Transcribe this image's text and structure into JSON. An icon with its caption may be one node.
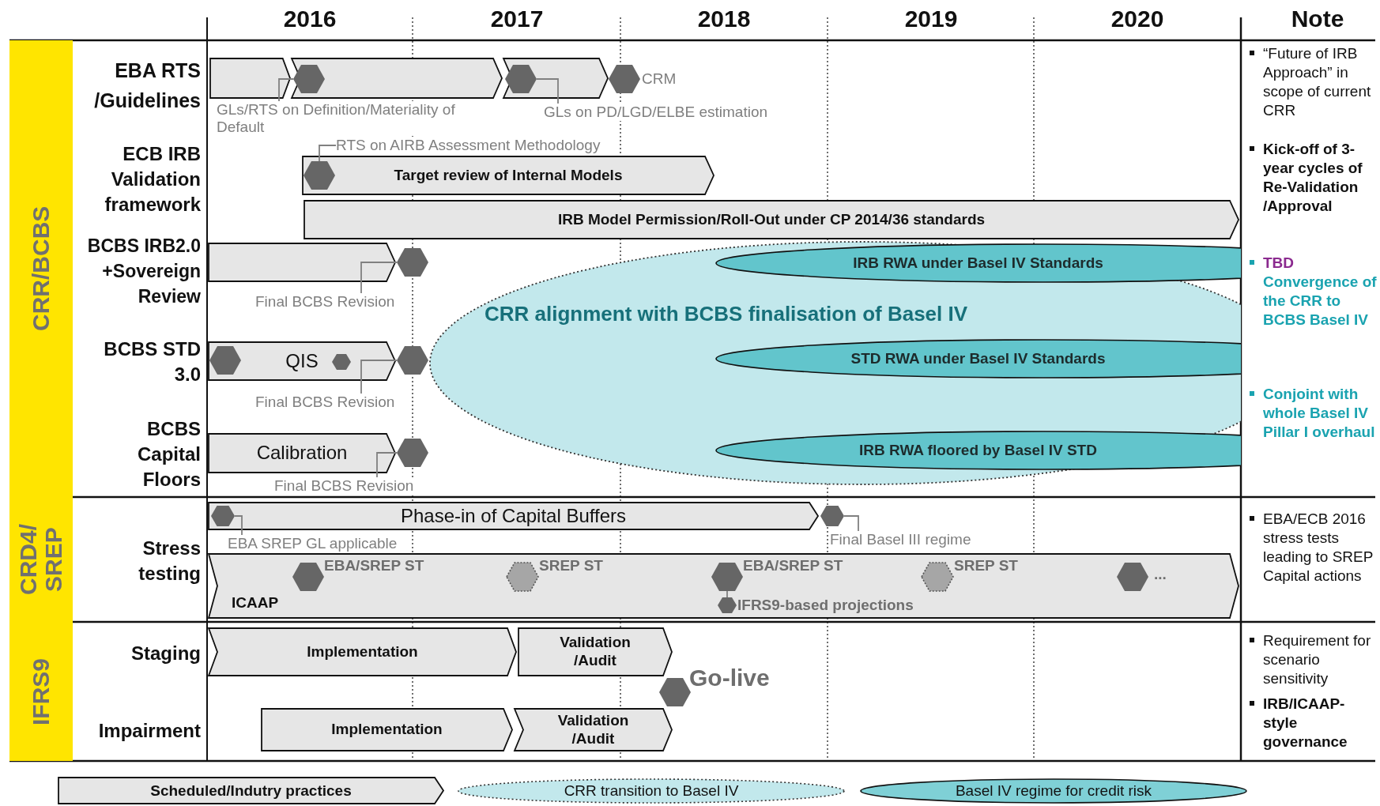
{
  "diagram": {
    "nodes": [
      {
        "text": [
          "CRR/BCBS"
        ]
      },
      {
        "text": [],
        "shape": "bar"
      },
      {
        "text": [],
        "shape": "bar"
      },
      {
        "text": [],
        "shape": "hexagon",
        "in": 2
      },
      {
        "text": [],
        "shape": "bar"
      },
      {
        "text": [],
        "shape": "hexagon",
        "in": 4
      },
      {
        "text": [],
        "shape": "hexagon",
        "beside": [
          "CRM"
        ]
      },
      {
        "text": [
          "GLs/RTS on Definition/Materiality of Default"
        ]
      },
      {
        "text": [
          "GLs on PD/LGD/ELBE estimation"
        ]
      },
      {
        "text": [
          "RTS on AIRB Assessment Methodology"
        ]
      },
      {
        "text": [
          "Target review of Internal Models"
        ]
      },
      {
        "text": [],
        "shape": "hexagon",
        "in": 10
      },
      {
        "text": [
          "IRB Model Permission/Roll-Out under CP 2014/36 standards"
        ]
      },
      {
        "text": [],
        "shape": "bar"
      },
      {
        "text": [],
        "shape": "hexagon"
      },
      {
        "text": [
          "Final BCBS Revision"
        ]
      },
      {
        "text": [
          "CRR alignment with BCBS finalisation of Basel IV"
        ]
      },
      {
        "text": [
          "IRB RWA under Basel IV Standards"
        ],
        "in": 16
      },
      {
        "text": [
          "QIS"
        ]
      },
      {
        "text": [],
        "shape": "hexagon",
        "in": 18
      },
      {
        "text": [],
        "shape": "hexagon",
        "in": 18
      },
      {
        "text": [],
        "shape": "hexagon"
      },
      {
        "text": [
          "STD RWA under Basel IV Standards"
        ],
        "in": 16
      },
      {
        "text": [
          "Final BCBS Revision"
        ]
      },
      {
        "text": [
          "Calibration"
        ]
      },
      {
        "text": [],
        "shape": "hexagon"
      },
      {
        "text": [
          "IRB RWA floored by Basel IV STD"
        ],
        "in": 16
      },
      {
        "text": [
          "Final BCBS Revision"
        ]
      },
      {
        "text": [
          "CRD4/ SREP"
        ]
      },
      {
        "text": [
          "Phase-in of Capital Buffers"
        ]
      },
      {
        "text": [],
        "shape": "hexagon",
        "in": 29
      },
      {
        "text": [],
        "shape": "hexagon"
      },
      {
        "text": [
          "EBA SREP GL applicable"
        ]
      },
      {
        "text": [
          "Final Basel III regime"
        ]
      },
      {
        "text": [
          "ICAAP"
        ]
      },
      {
        "text": [],
        "shape": "hexagon",
        "in": 34,
        "beside": [
          "EBA/SREP ST"
        ]
      },
      {
        "text": [],
        "shape": "hexagon",
        "in": 34,
        "beside": [
          "SREP ST"
        ]
      },
      {
        "text": [],
        "shape": "hexagon",
        "in": 34,
        "beside": [
          "EBA/SREP ST"
        ]
      },
      {
        "text": [],
        "shape": "hexagon",
        "in": 34,
        "beside": [
          "IFRS9-based projections"
        ]
      },
      {
        "text": [],
        "shape": "hexagon",
        "in": 34,
        "beside": [
          "SREP ST"
        ]
      },
      {
        "text": [],
        "shape": "hexagon",
        "in": 34,
        "beside": [
          "..."
        ]
      },
      {
        "text": [
          "IFRS9"
        ]
      },
      {
        "text": [
          "Implementation"
        ]
      },
      {
        "text": [
          "Validation /Audit"
        ]
      },
      {
        "text": [],
        "shape": "hexagon",
        "beside": [
          "Go-live"
        ]
      },
      {
        "text": [
          "Implementation"
        ]
      },
      {
        "text": [
          "Validation /Audit"
        ]
      }
    ],
    "edges": [
      {
        "from": 7,
        "to": 3,
        "arrow": "none"
      },
      {
        "from": 8,
        "to": 5,
        "arrow": "none"
      },
      {
        "from": 9,
        "to": 11,
        "arrow": "none"
      },
      {
        "from": 15,
        "to": 14,
        "arrow": "none"
      },
      {
        "from": 23,
        "to": 21,
        "arrow": "none"
      },
      {
        "from": 27,
        "to": 25,
        "arrow": "none"
      },
      {
        "from": 32,
        "to": 30,
        "arrow": "none"
      },
      {
        "from": 33,
        "to": 31,
        "arrow": "none"
      },
      {
        "from": 37,
        "to": 38,
        "arrow": "none"
      }
    ],
    "labels": [
      "2016",
      "2017",
      "2018",
      "2019",
      "2020",
      "Note",
      "EBA RTS /Guidelines",
      "ECB IRB Validation framework",
      "BCBS IRB2.0 +Sovereign Review",
      "BCBS STD 3.0",
      "BCBS Capital Floors",
      "“Future of IRB Approach” in scope of current CRR",
      "Kick-off of 3-year cycles of Re-Validation /Approval",
      "TBD",
      "Convergence of the CRR to BCBS Basel IV",
      "Conjoint with whole Basel IV Pillar I overhaul",
      "Stress testing",
      "EBA/ECB 2016 stress tests leading to SREP Capital actions",
      "Staging",
      "Impairment",
      "Requirement for scenario sensitivity",
      "IRB/ICAAP-style governance"
    ],
    "legend": [
      {
        "text": "Scheduled/Indutry practices"
      },
      {
        "text": "CRR transition to Basel IV"
      },
      {
        "text": "Basel IV regime for credit risk"
      }
    ]
  }
}
